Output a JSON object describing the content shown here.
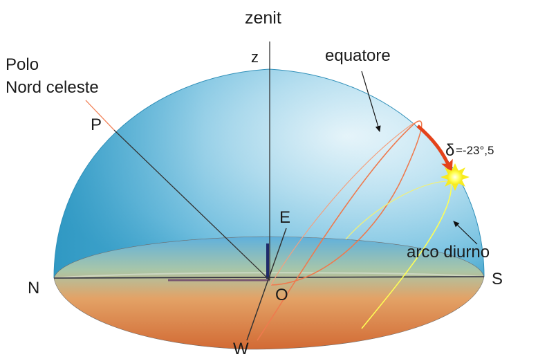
{
  "labels": {
    "zenit": "zenit",
    "z": "z",
    "polo_line1": "Polo",
    "polo_line2": "Nord celeste",
    "p": "P",
    "equatore": "equatore",
    "delta_symbol": "δ",
    "delta_value": "=-23°,5",
    "e": "E",
    "arco_diurno": "arco diurno",
    "n": "N",
    "s": "S",
    "o": "O",
    "w": "W"
  },
  "colors": {
    "dome_light": "#e6f4fb",
    "dome_dark": "#3a9fc6",
    "ground_top": "#6cb8e0",
    "ground_bottom": "#d7763c",
    "equator_line": "#f2855c",
    "diurnal_arc": "#ffff66",
    "declination_arrow": "#e4421a",
    "axis_lines": "#333333"
  },
  "icons": {
    "sun": "sun-icon"
  }
}
